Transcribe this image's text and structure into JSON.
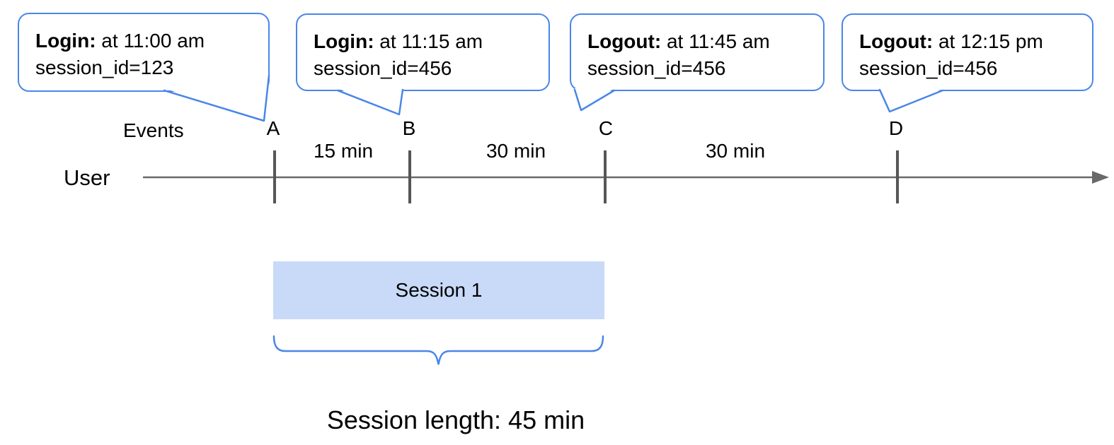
{
  "callouts": [
    {
      "bold": "Login:",
      "rest": " at 11:00 am",
      "line2": "session_id=123",
      "event": "A"
    },
    {
      "bold": "Login:",
      "rest": " at 11:15 am",
      "line2": "session_id=456",
      "event": "B"
    },
    {
      "bold": "Logout:",
      "rest": " at 11:45 am",
      "line2": "session_id=456",
      "event": "C"
    },
    {
      "bold": "Logout:",
      "rest": " at 12:15 pm",
      "line2": "session_id=456",
      "event": "D"
    }
  ],
  "timeline": {
    "axis_label": "Events",
    "row_label": "User",
    "events": [
      "A",
      "B",
      "C",
      "D"
    ],
    "intervals": [
      "15 min",
      "30 min",
      "30 min"
    ]
  },
  "session": {
    "bar_label": "Session 1",
    "length_label": "Session length: 45 min"
  },
  "colors": {
    "accent_blue": "#4a86e8",
    "bar_fill": "#c9daf8",
    "line_gray": "#696969",
    "tick_gray": "#565656"
  }
}
